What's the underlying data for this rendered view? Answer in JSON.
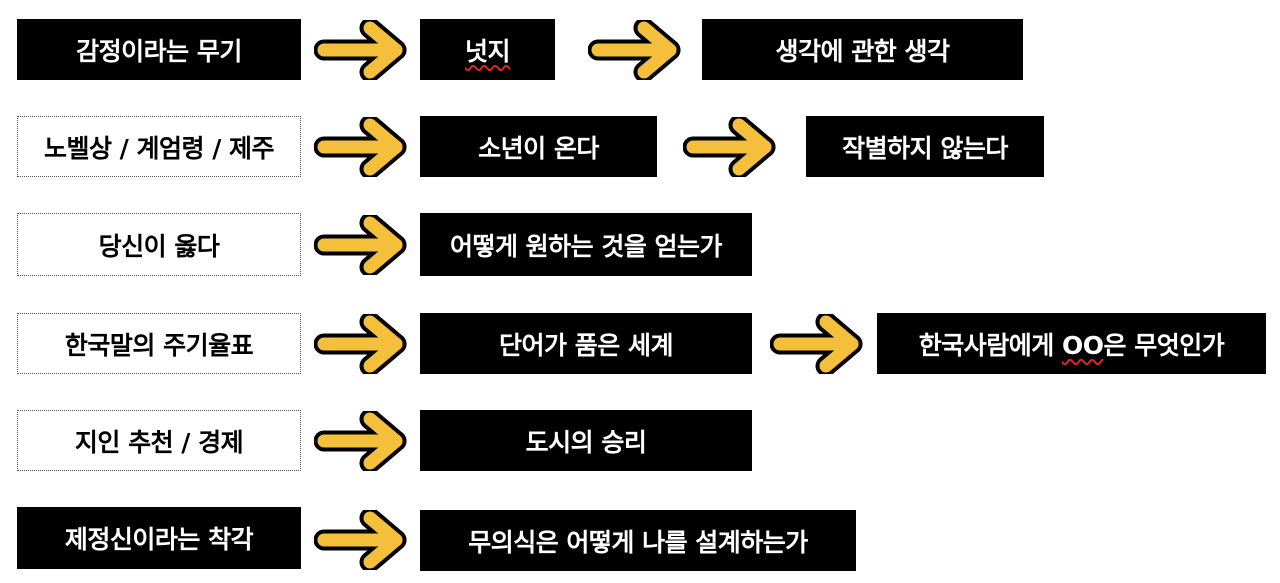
{
  "rows": [
    {
      "source": {
        "label": "감정이라는 무기",
        "style": "solid"
      },
      "chain": [
        {
          "label": "넛지",
          "style": "solid",
          "squiggle": true
        },
        {
          "label": "생각에 관한 생각",
          "style": "solid"
        }
      ]
    },
    {
      "source": {
        "label": "노벨상 / 계엄령 / 제주",
        "style": "dotted"
      },
      "chain": [
        {
          "label": "소년이 온다",
          "style": "solid"
        },
        {
          "label": "작별하지 않는다",
          "style": "solid"
        }
      ]
    },
    {
      "source": {
        "label": "당신이 옳다",
        "style": "dotted"
      },
      "chain": [
        {
          "label": "어떻게 원하는 것을 얻는가",
          "style": "solid"
        }
      ]
    },
    {
      "source": {
        "label": "한국말의 주기율표",
        "style": "dotted"
      },
      "chain": [
        {
          "label": "단어가 품은 세계",
          "style": "solid"
        },
        {
          "label_pre": "한국사람에게 ",
          "label_mark": "OO",
          "label_post": "은 무엇인가",
          "style": "solid"
        }
      ]
    },
    {
      "source": {
        "label": "지인 추천 / 경제",
        "style": "dotted"
      },
      "chain": [
        {
          "label": "도시의 승리",
          "style": "solid"
        }
      ]
    },
    {
      "source": {
        "label": "제정신이라는 착각",
        "style": "solid"
      },
      "chain": [
        {
          "label": "무의식은 어떻게 나를 설계하는가",
          "style": "solid"
        }
      ]
    }
  ],
  "colors": {
    "arrow_fill": "#f4bf3a",
    "arrow_outline": "#000000",
    "box_fill": "#000000",
    "box_text": "#ffffff",
    "dotted_border": "#555555",
    "squiggle": "#d92626"
  },
  "icons": {
    "connector": "right-arrow-icon"
  }
}
